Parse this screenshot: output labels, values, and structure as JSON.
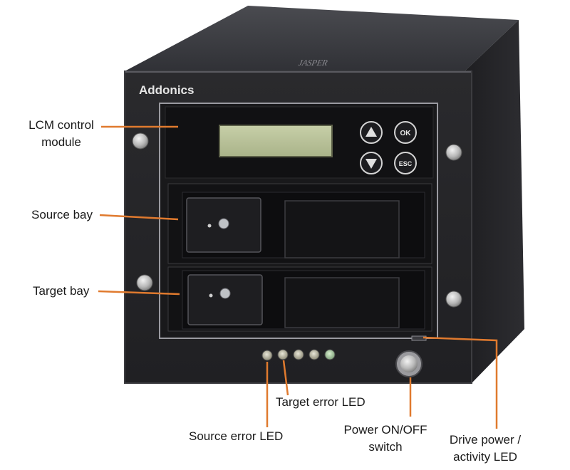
{
  "device": {
    "brand": "Addonics",
    "top_marking": "JASPER",
    "buttons": {
      "up_icon": "up-arrow-icon",
      "down_icon": "down-arrow-icon",
      "ok_label": "OK",
      "esc_label": "ESC"
    },
    "led_count": 5
  },
  "callouts": {
    "lcm_line1": "LCM control",
    "lcm_line2": "module",
    "source_bay": "Source bay",
    "target_bay": "Target bay",
    "target_error_led": "Target error LED",
    "source_error_led": "Source error LED",
    "power_line1": "Power ON/OFF",
    "power_line2": "switch",
    "drive_line1": "Drive power /",
    "drive_line2": "activity LED"
  },
  "colors": {
    "callout_line": "#e07a2e",
    "chassis": "#2b2b2e",
    "panel": "#141416",
    "lcd": "#b9c29a"
  }
}
